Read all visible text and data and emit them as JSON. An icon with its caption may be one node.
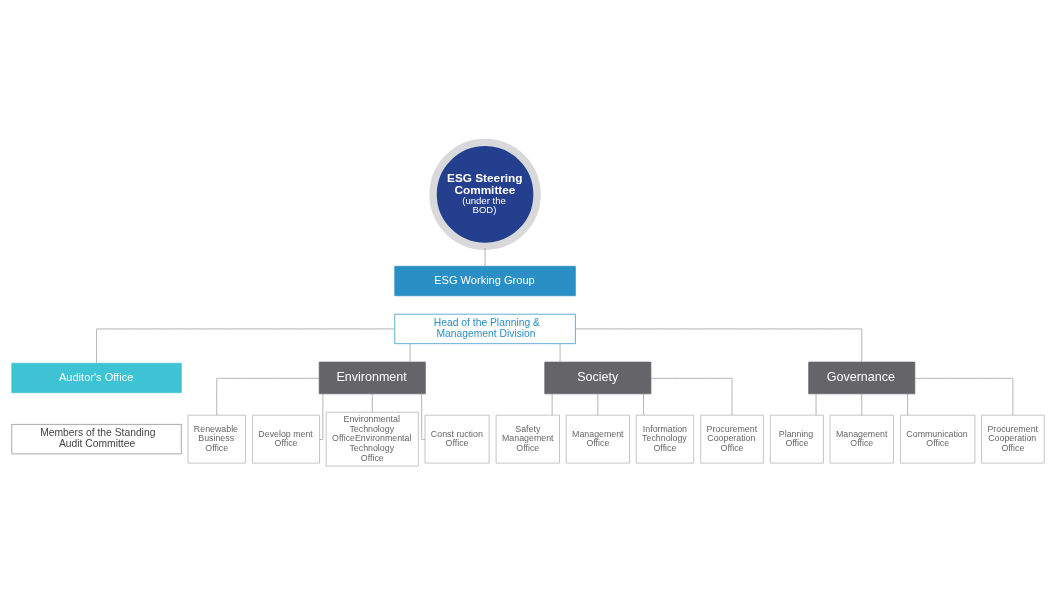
{
  "diagram": {
    "nodes": [
      {
        "text": [
          "ESG Steering Committee",
          "(under the BOD)"
        ]
      },
      {
        "text": [
          "ESG Working Group"
        ]
      },
      {
        "text": [
          "Head of the Planning & Management Division"
        ]
      },
      {
        "text": [
          "Auditor's Office"
        ]
      },
      {
        "text": [
          "Members of the Standing Audit Committee"
        ]
      },
      {
        "text": [
          "Environment"
        ]
      },
      {
        "text": [
          "Society"
        ]
      },
      {
        "text": [
          "Governance"
        ]
      },
      {
        "text": [
          "Renewable Business Office"
        ]
      },
      {
        "text": [
          "Develop ment Office"
        ]
      },
      {
        "text": [
          "Environmental Technology OfficeEnvironmental Technology Office"
        ]
      },
      {
        "text": [
          "Const ruction Office"
        ]
      },
      {
        "text": [
          "Safety Management Office"
        ]
      },
      {
        "text": [
          "Management Office"
        ]
      },
      {
        "text": [
          "Information Technology Office"
        ]
      },
      {
        "text": [
          "Procurement Cooperation Office"
        ]
      },
      {
        "text": [
          "Planning Office"
        ]
      },
      {
        "text": [
          "Management Office"
        ]
      },
      {
        "text": [
          "Communication Office"
        ]
      },
      {
        "text": [
          "Procurement Cooperation Office"
        ]
      }
    ],
    "edges": [
      {
        "from": 0,
        "to": 1,
        "arrow": "none"
      },
      {
        "from": 2,
        "to": 3,
        "arrow": "none"
      },
      {
        "from": 2,
        "to": 5,
        "arrow": "none"
      },
      {
        "from": 2,
        "to": 6,
        "arrow": "none"
      },
      {
        "from": 2,
        "to": 7,
        "arrow": "none"
      },
      {
        "from": 5,
        "to": 8,
        "arrow": "none"
      },
      {
        "from": 5,
        "to": 9,
        "arrow": "none"
      },
      {
        "from": 5,
        "to": 10,
        "arrow": "none"
      },
      {
        "from": 5,
        "to": 11,
        "arrow": "none"
      },
      {
        "from": 6,
        "to": 12,
        "arrow": "none"
      },
      {
        "from": 6,
        "to": 13,
        "arrow": "none"
      },
      {
        "from": 6,
        "to": 14,
        "arrow": "none"
      },
      {
        "from": 6,
        "to": 15,
        "arrow": "none"
      },
      {
        "from": 7,
        "to": 16,
        "arrow": "none"
      },
      {
        "from": 7,
        "to": 17,
        "arrow": "none"
      },
      {
        "from": 7,
        "to": 18,
        "arrow": "none"
      },
      {
        "from": 7,
        "to": 19,
        "arrow": "none"
      }
    ]
  }
}
